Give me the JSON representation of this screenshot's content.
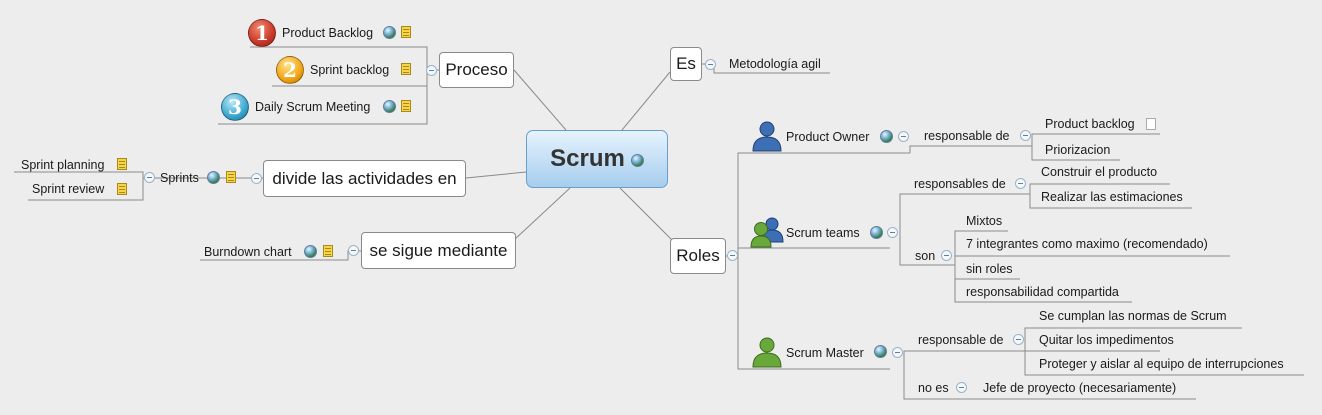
{
  "colors": {
    "background": "#ededed",
    "line": "#8a8a8a",
    "central": "#a6cdee",
    "badge1": "#c9382b",
    "badge2": "#f2a516",
    "badge3": "#3aa6cf",
    "person_blue": "#3d6fb5",
    "person_green": "#69a83a"
  },
  "central": {
    "label": "Scrum"
  },
  "left": {
    "proceso": {
      "label": "Proceso",
      "items": [
        {
          "badge": "1",
          "label": "Product Backlog"
        },
        {
          "badge": "2",
          "label": "Sprint backlog"
        },
        {
          "badge": "3",
          "label": "Daily Scrum Meeting"
        }
      ]
    },
    "divide": {
      "label": "divide las actividades en",
      "sprints": "Sprints",
      "items": [
        "Sprint planning",
        "Sprint review"
      ]
    },
    "sigue": {
      "label": "se sigue mediante",
      "items": [
        "Burndown chart"
      ]
    }
  },
  "right": {
    "es": {
      "label": "Es",
      "item": "Metodología agil"
    },
    "roles": {
      "label": "Roles",
      "product_owner": {
        "label": "Product Owner",
        "relation": "responsable de",
        "items": [
          "Product backlog",
          "Priorizacion"
        ]
      },
      "scrum_teams": {
        "label": "Scrum teams",
        "relation1": "responsables de",
        "items1": [
          "Construir el producto",
          "Realizar las estimaciones"
        ],
        "relation2": "son",
        "items2": [
          "Mixtos",
          "7 integrantes como maximo (recomendado)",
          "sin roles",
          "responsabilidad compartida"
        ]
      },
      "scrum_master": {
        "label": "Scrum Master",
        "relation1": "responsable de",
        "items1": [
          "Se cumplan las normas de Scrum",
          "Quitar los impedimentos",
          "Proteger y aislar al equipo de interrupciones"
        ],
        "relation2": "no es",
        "items2": [
          "Jefe de proyecto (necesariamente)"
        ]
      }
    }
  }
}
